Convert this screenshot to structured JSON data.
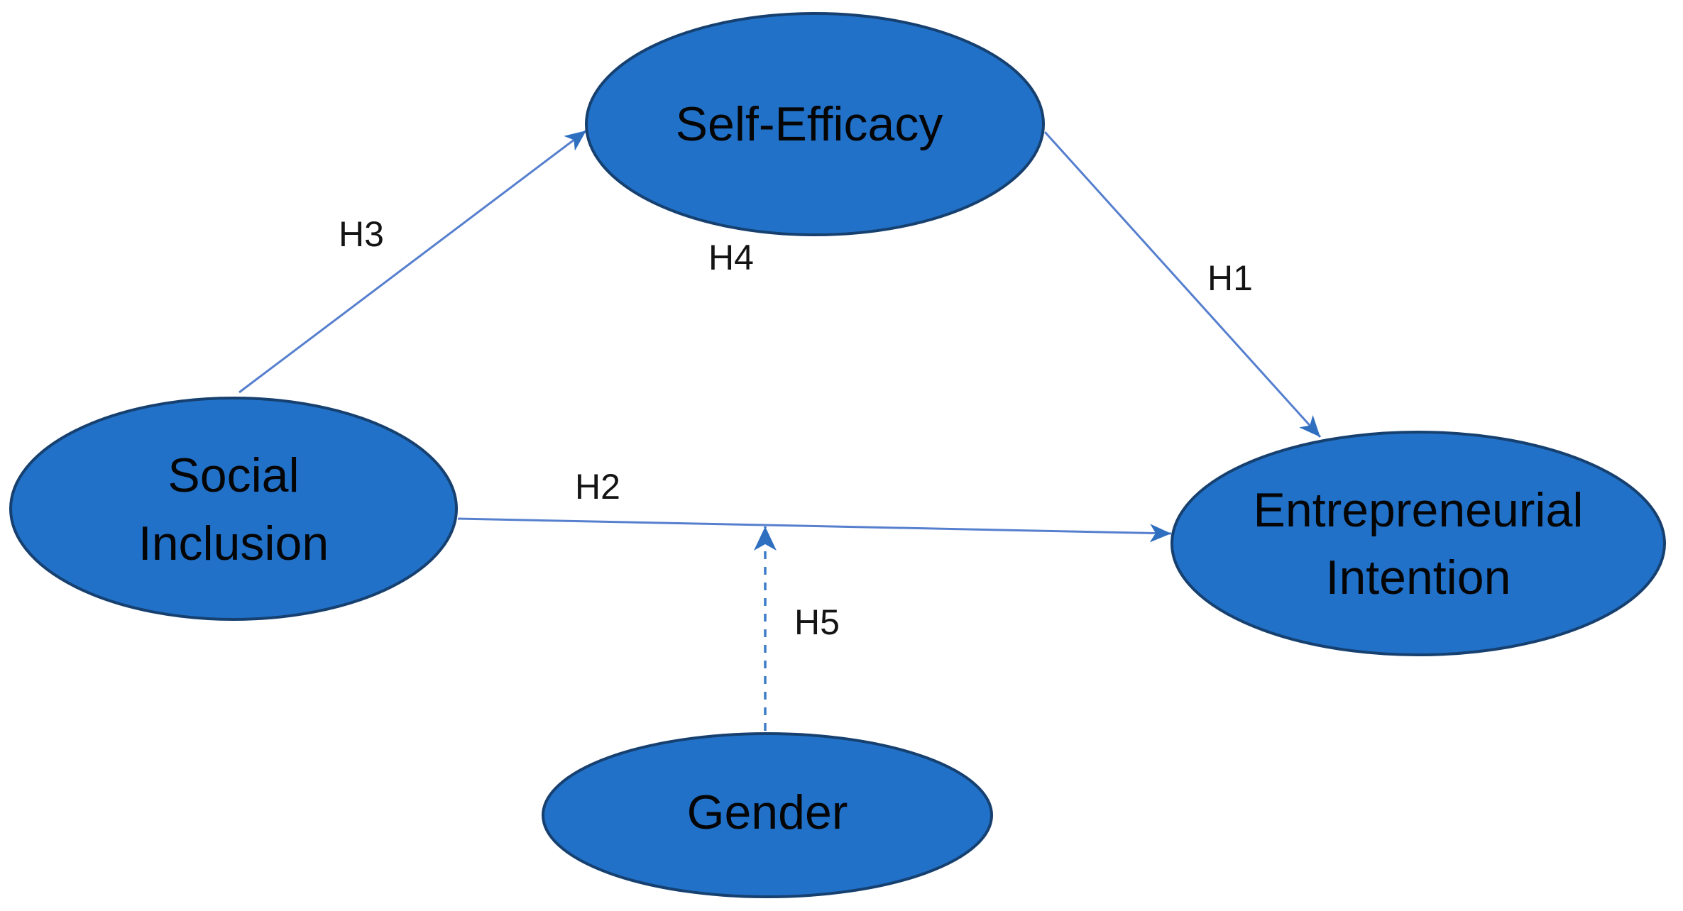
{
  "colors": {
    "background": "#ffffff",
    "node_fill": "#2171c9",
    "node_border": "#16406f",
    "node_text": "#050505",
    "connector": "#567fce",
    "connector_dashed": "#3d7cc9",
    "arrowhead": "#2e6fc0",
    "label_text": "#141414"
  },
  "nodes": {
    "self_efficacy": {
      "label": "Self-Efficacy",
      "lines": [
        "Self-Efficacy"
      ]
    },
    "social_inclusion": {
      "label": "Social Inclusion",
      "lines": [
        "Social",
        "Inclusion"
      ]
    },
    "entrepreneurial_intention": {
      "label": "Entrepreneurial Intention",
      "lines": [
        "Entrepreneurial",
        "Intention"
      ]
    },
    "gender": {
      "label": "Gender",
      "lines": [
        "Gender"
      ]
    }
  },
  "hypotheses": {
    "h1": {
      "label": "H1",
      "from": "Self-Efficacy",
      "to": "Entrepreneurial Intention",
      "line_style": "solid"
    },
    "h2": {
      "label": "H2",
      "from": "Social Inclusion",
      "to": "Entrepreneurial Intention",
      "line_style": "solid"
    },
    "h3": {
      "label": "H3",
      "from": "Social Inclusion",
      "to": "Self-Efficacy",
      "line_style": "solid"
    },
    "h4": {
      "label": "H4",
      "position": "below Self-Efficacy"
    },
    "h5": {
      "label": "H5",
      "from": "Gender",
      "to": "H2 path",
      "line_style": "dashed"
    }
  }
}
